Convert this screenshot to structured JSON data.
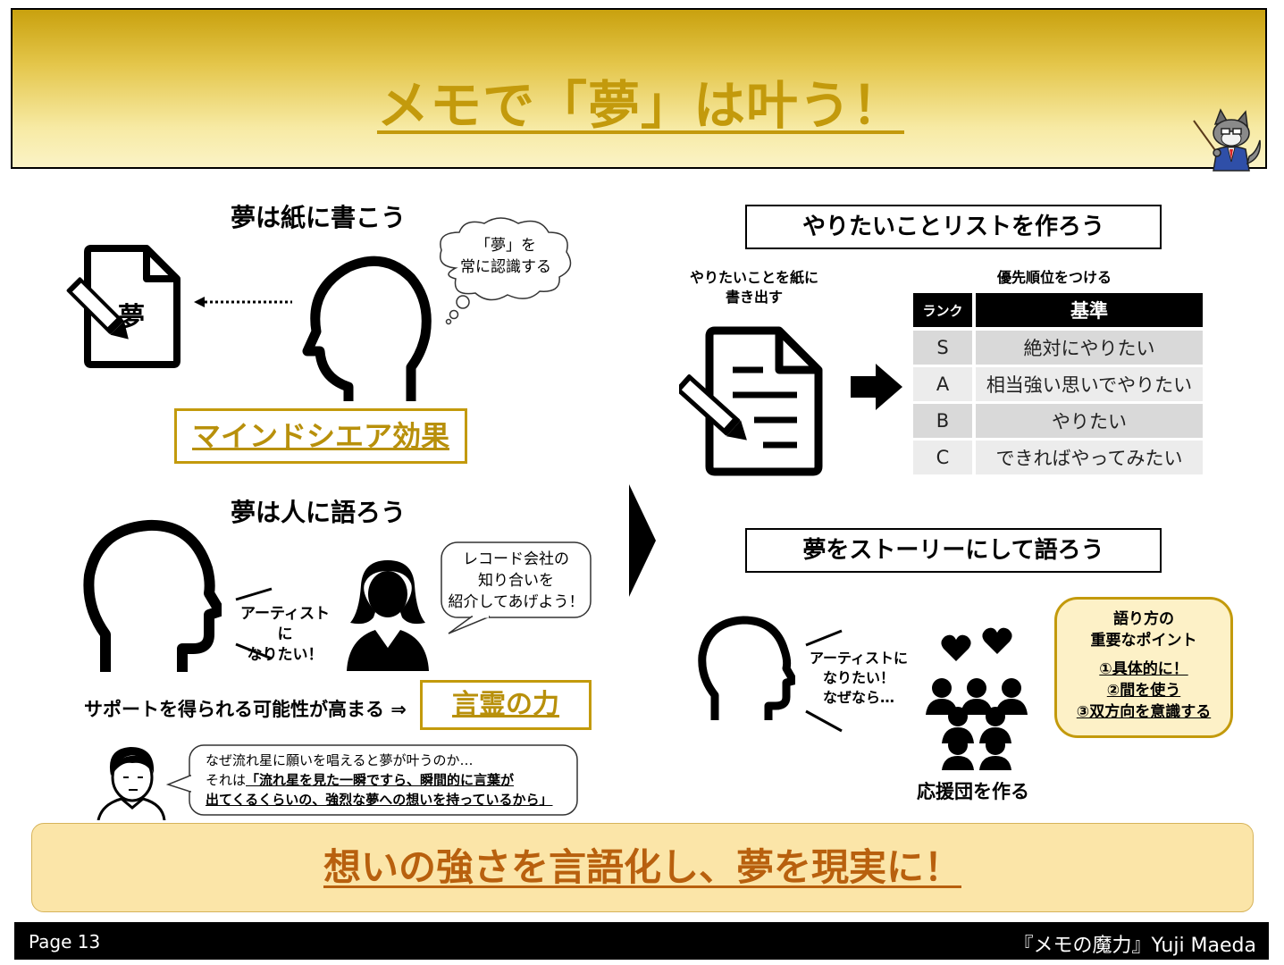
{
  "title": "メモで「夢」は叶う！",
  "left": {
    "section1": {
      "heading": "夢は紙に書こう",
      "doc_char": "夢",
      "thought": [
        "「夢」を",
        "常に認識する"
      ],
      "effect_label": "マインドシエア効果"
    },
    "section2": {
      "heading": "夢は人に語ろう",
      "speech_self": [
        "アーティストに",
        "なりたい！"
      ],
      "speech_other": [
        "レコード会社の",
        "知り合いを",
        "紹介してあげよう！"
      ],
      "support_text": "サポートを得られる可能性が高まる ⇒",
      "power_label": "言霊の力",
      "quote_line1": "なぜ流れ星に願いを唱えると夢が叶うのか…",
      "quote_prefix": "それは",
      "quote_bold1": "「流れ星を見た一瞬ですら、瞬間的に言葉が",
      "quote_bold2": "出てくるくらいの、強烈な夢への想いを持っているから」"
    }
  },
  "right": {
    "section1": {
      "heading": "やりたいことリストを作ろう",
      "write_label": [
        "やりたいことを紙に",
        "書き出す"
      ],
      "priority_label": "優先順位をつける",
      "table": {
        "headers": [
          "ランク",
          "基準"
        ],
        "rows": [
          [
            "S",
            "絶対にやりたい"
          ],
          [
            "A",
            "相当強い思いでやりたい"
          ],
          [
            "B",
            "やりたい"
          ],
          [
            "C",
            "できればやってみたい"
          ]
        ]
      }
    },
    "section2": {
      "heading": "夢をストーリーにして語ろう",
      "speech": [
        "アーティストに",
        "なりたい！",
        "なぜなら…"
      ],
      "support_label": "応援団を作る",
      "points_title": [
        "語り方の",
        "重要なポイント"
      ],
      "points": [
        "①具体的に！",
        "②間を使う",
        "③双方向を意識する"
      ]
    }
  },
  "conclusion": "想いの強さを言語化し、夢を現実に！",
  "footer": {
    "page": "Page 13",
    "credit": "『メモの魔力』Yuji Maeda"
  },
  "colors": {
    "gold": "#c39a0c",
    "header_gradient_top": "#c9a10e",
    "conclusion_bg": "#fbe5a8",
    "conclusion_text": "#b8600e",
    "table_header_bg": "#000000",
    "table_row_bg": "#d9d9d9"
  }
}
